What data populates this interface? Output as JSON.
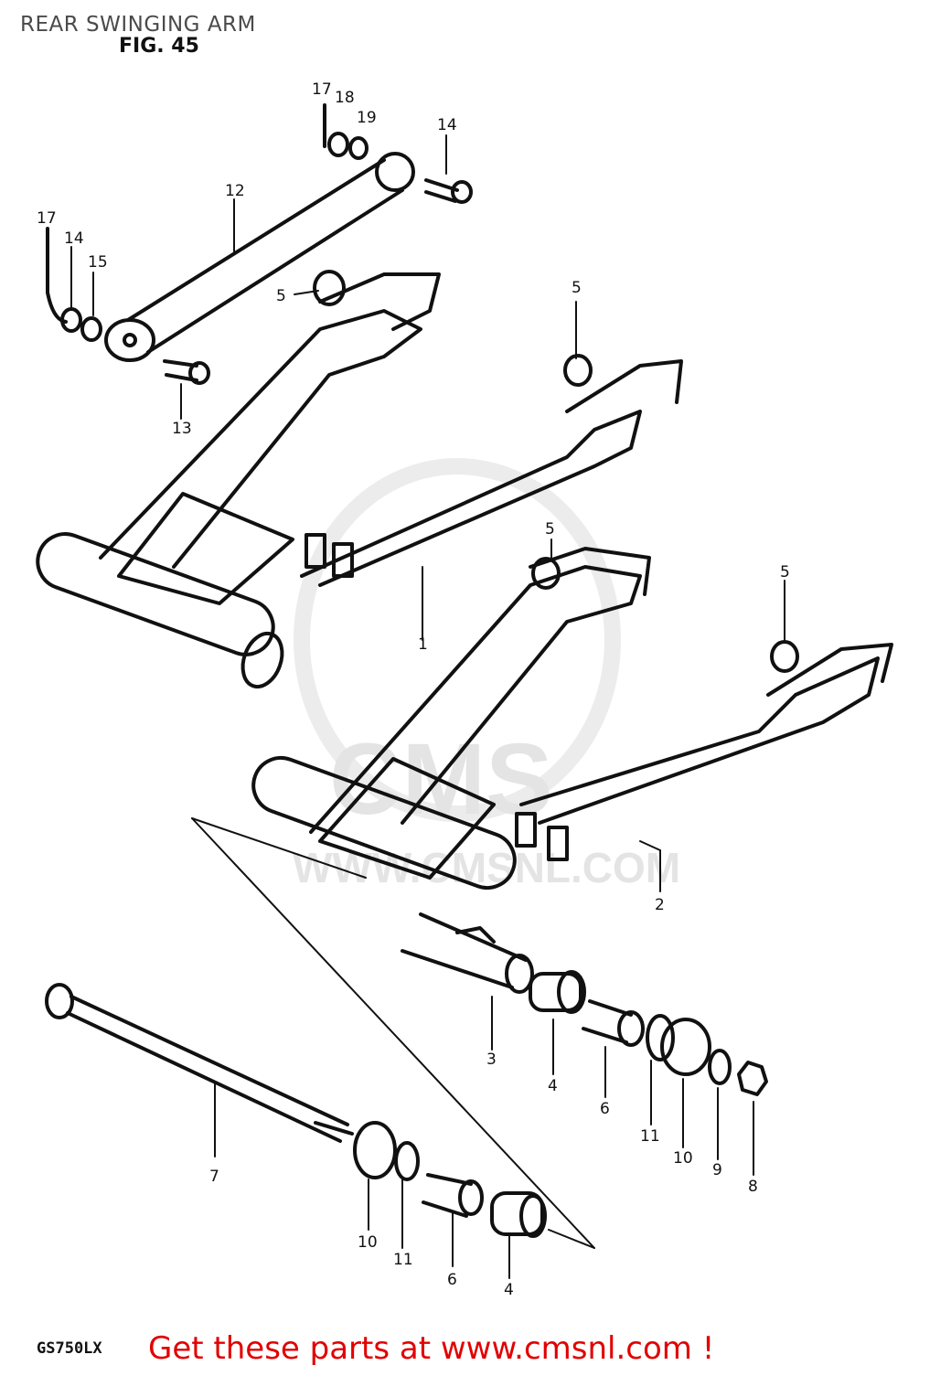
{
  "header": {
    "title": "REAR SWINGING ARM",
    "figure": "FIG. 45"
  },
  "footer": {
    "model": "GS750LX",
    "promo": "Get these parts at www.cmsnl.com !"
  },
  "watermark": {
    "logo": "CMS",
    "url": "WWW.CMSNL.COM"
  },
  "colors": {
    "line": "#111111",
    "promo": "#e10000",
    "watermark": "#e4e4e4"
  },
  "callouts": [
    {
      "id": "c17a",
      "label": "17"
    },
    {
      "id": "c18a",
      "label": "18"
    },
    {
      "id": "c19",
      "label": "19"
    },
    {
      "id": "c14a",
      "label": "14"
    },
    {
      "id": "c12",
      "label": "12"
    },
    {
      "id": "c17b",
      "label": "17"
    },
    {
      "id": "c14b",
      "label": "14"
    },
    {
      "id": "c15",
      "label": "15"
    },
    {
      "id": "c5a",
      "label": "5"
    },
    {
      "id": "c5b",
      "label": "5"
    },
    {
      "id": "c13",
      "label": "13"
    },
    {
      "id": "c1",
      "label": "1"
    },
    {
      "id": "c5c",
      "label": "5"
    },
    {
      "id": "c5d",
      "label": "5"
    },
    {
      "id": "c2",
      "label": "2"
    },
    {
      "id": "c3",
      "label": "3"
    },
    {
      "id": "c4a",
      "label": "4"
    },
    {
      "id": "c6a",
      "label": "6"
    },
    {
      "id": "c11a",
      "label": "11"
    },
    {
      "id": "c10a",
      "label": "10"
    },
    {
      "id": "c9",
      "label": "9"
    },
    {
      "id": "c8",
      "label": "8"
    },
    {
      "id": "c7",
      "label": "7"
    },
    {
      "id": "c10b",
      "label": "10"
    },
    {
      "id": "c11b",
      "label": "11"
    },
    {
      "id": "c6b",
      "label": "6"
    },
    {
      "id": "c4b",
      "label": "4"
    }
  ]
}
